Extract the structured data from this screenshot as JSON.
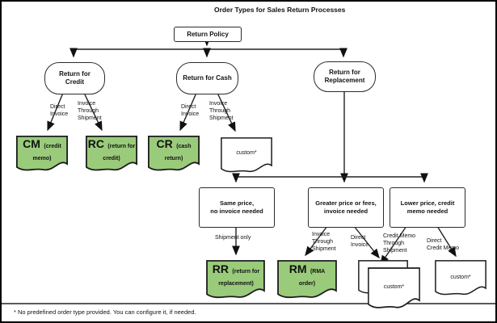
{
  "title": "Order Types for Sales Return Processes",
  "footer": "* No predefined order type provided. You can configure it, if needed.",
  "colors": {
    "doc_green": "#9ACB7B",
    "doc_white": "#FFFFFF",
    "line": "#222222"
  },
  "root": {
    "label": "Return Policy"
  },
  "branches": [
    {
      "label": "Return for\nCredit"
    },
    {
      "label": "Return for Cash"
    },
    {
      "label": "Return for\nReplacement"
    }
  ],
  "cases": [
    {
      "label": "Same price,\nno invoice needed"
    },
    {
      "label": "Greater price or fees,\ninvoice needed"
    },
    {
      "label": "Lower price, credit\nmemo needed"
    }
  ],
  "edge_labels": {
    "credit_direct": "Direct\nInvoice",
    "credit_through": "Invoice\nThrough\nShipment",
    "cash_direct": "Direct\nInvoice",
    "cash_through": "Invoice\nThrough\nShipment",
    "shipment_only": "Shipment only",
    "greater_through": "Invoice\nThrough\nShipment",
    "greater_direct": "Direct\nInvoice",
    "lower_through": "Credit Memo\nThrough\nShipment",
    "lower_direct": "Direct\nCredit Memo"
  },
  "docs": [
    {
      "code": "CM",
      "sub": "(credit memo)",
      "fill": "green"
    },
    {
      "code": "RC",
      "sub": "(return for credit)",
      "fill": "green"
    },
    {
      "code": "CR",
      "sub": "(cash return)",
      "fill": "green"
    },
    {
      "label": "custom*",
      "fill": "white"
    },
    {
      "code": "RR",
      "sub": "(return for replacement)",
      "fill": "green"
    },
    {
      "code": "RM",
      "sub": "(RMA order)",
      "fill": "green"
    },
    {
      "label": "custom*",
      "fill": "white",
      "stacked": true
    },
    {
      "label": "custom*",
      "fill": "white"
    }
  ]
}
